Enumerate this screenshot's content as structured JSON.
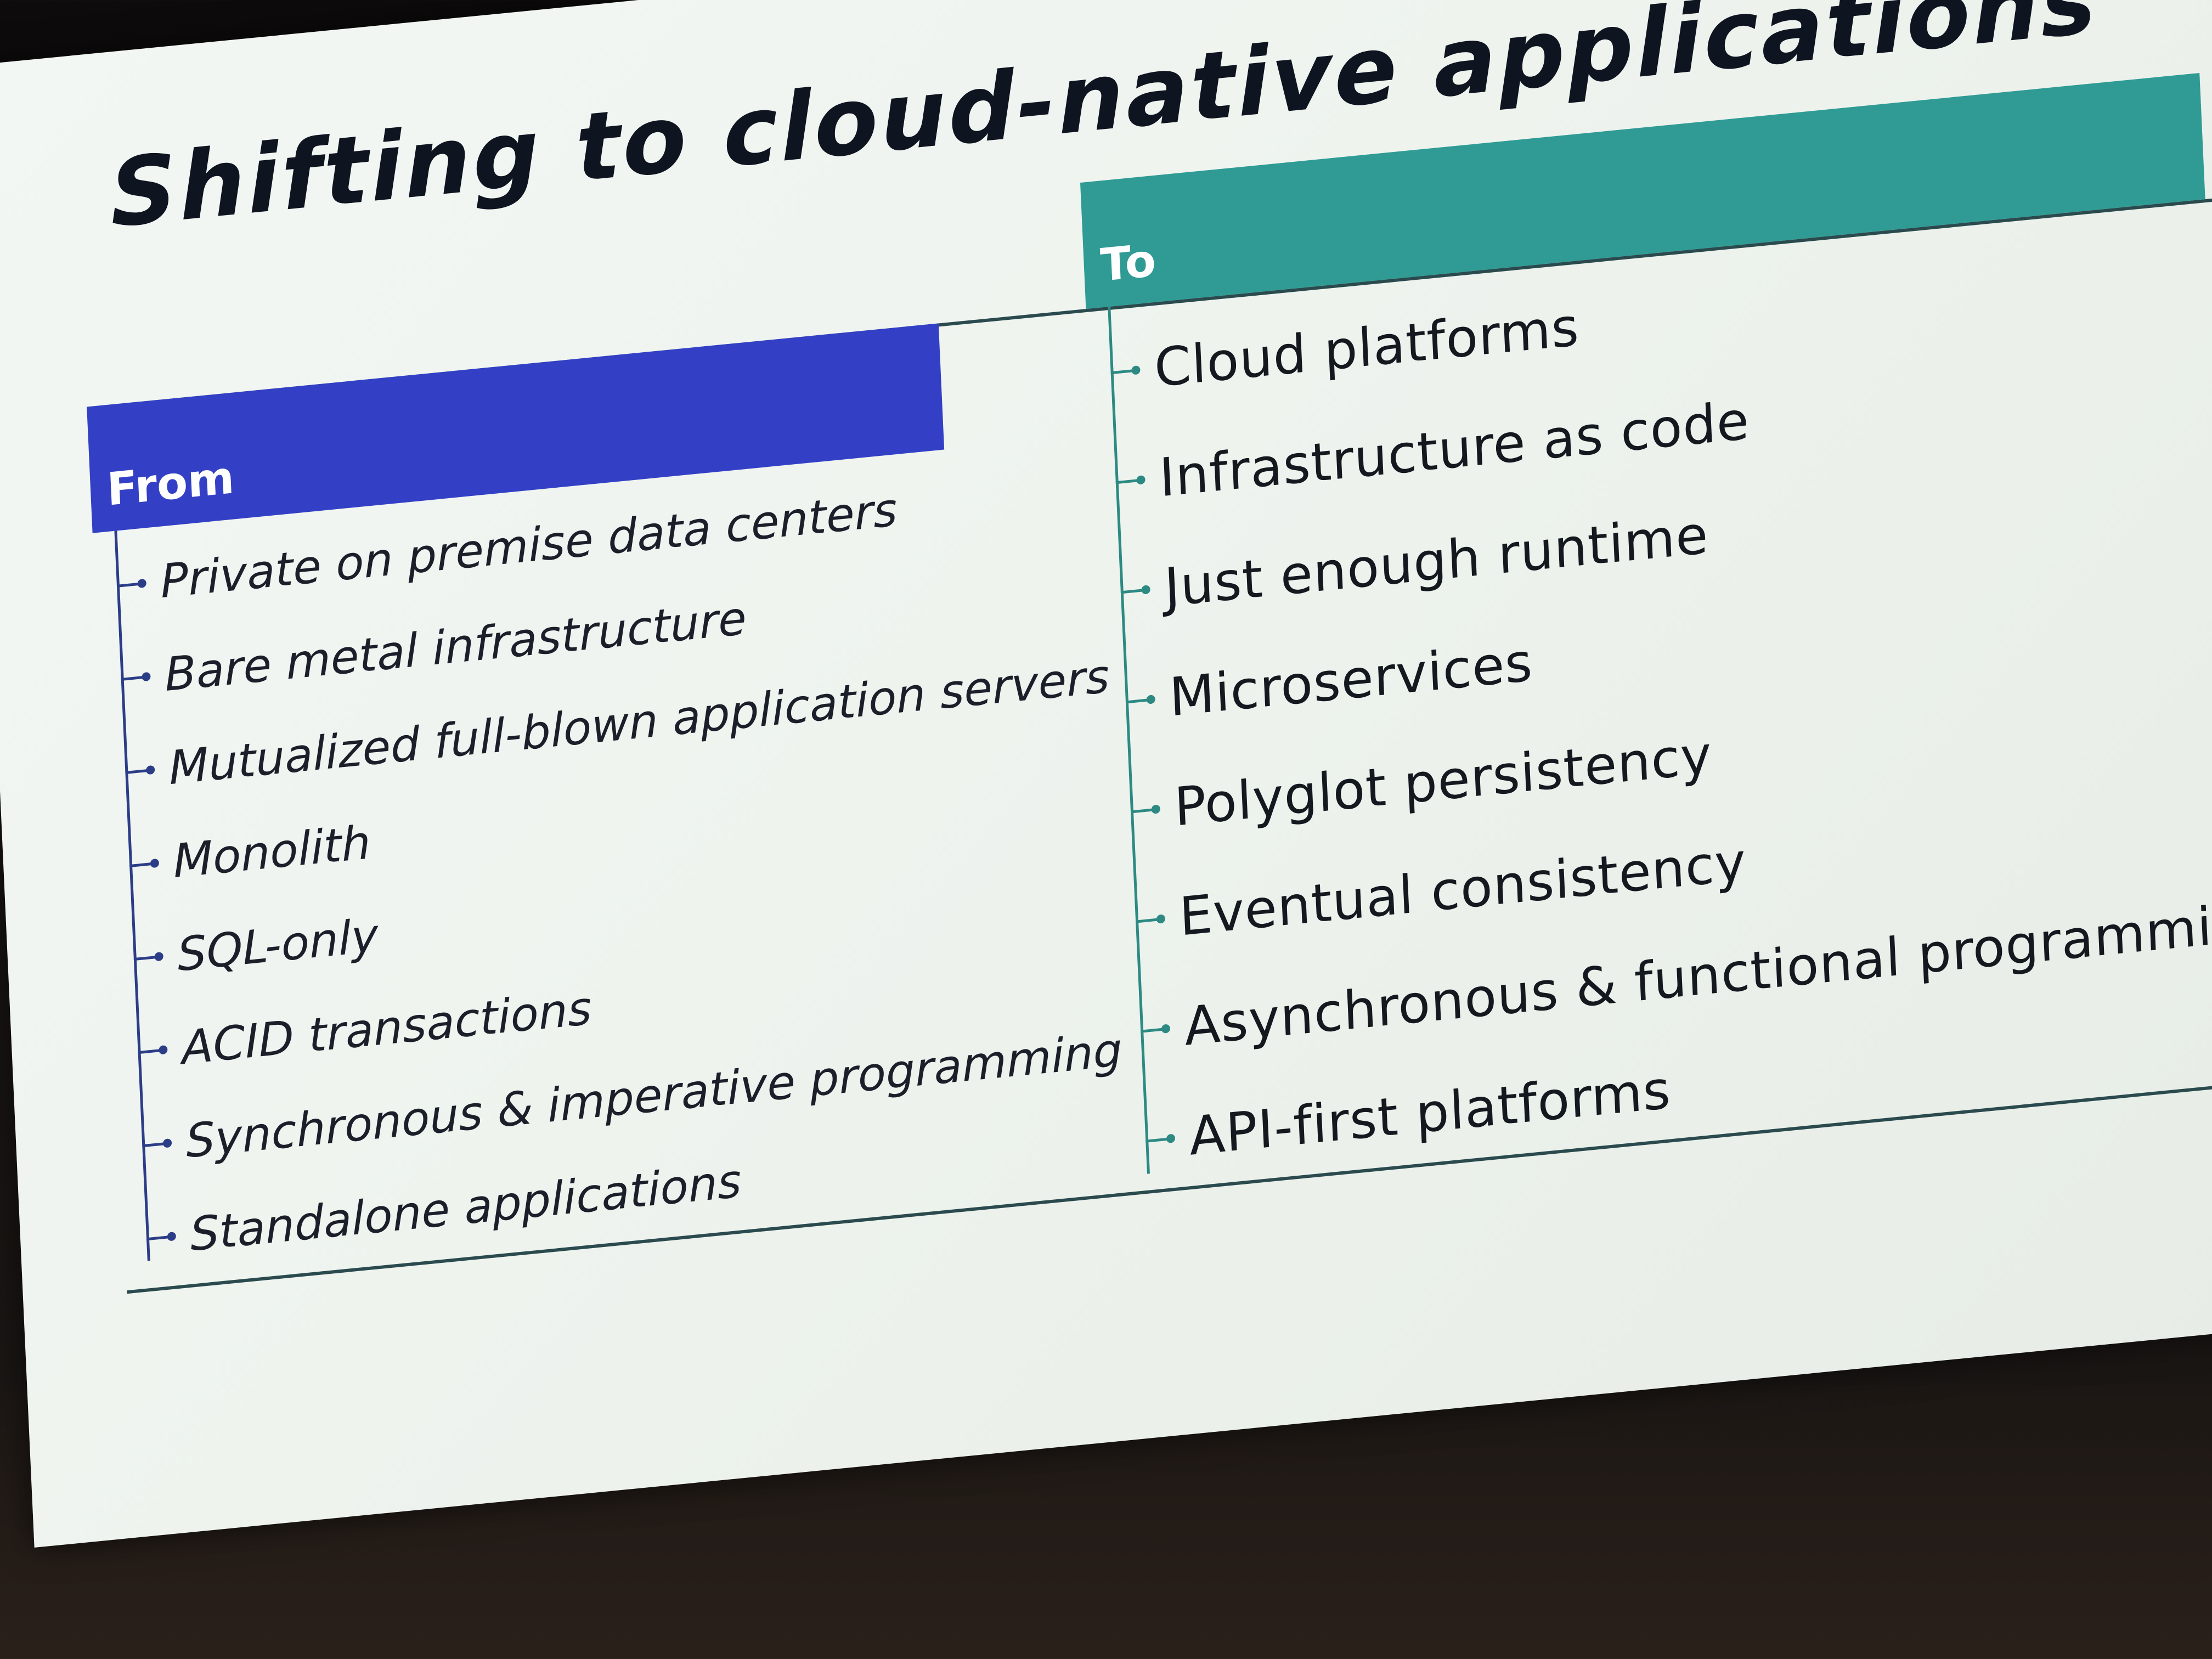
{
  "slide": {
    "title": "Shifting to cloud-native applications",
    "from": {
      "header": "From",
      "items": [
        "Private on premise data centers",
        "Bare metal infrastructure",
        "Mutualized full-blown application servers",
        "Monolith",
        "SQL-only",
        "ACID transactions",
        "Synchronous & imperative programming",
        "Standalone applications"
      ]
    },
    "to": {
      "header": "To",
      "items": [
        "Cloud platforms",
        "Infrastructure as code",
        "Just enough runtime",
        "Microservices",
        "Polyglot persistency",
        "Eventual consistency",
        "Asynchronous & functional programming",
        "API-first platforms"
      ]
    }
  },
  "colors": {
    "from_header": "#3340c6",
    "to_header": "#2f9b94",
    "slide_background": "#eef3ee",
    "room_background": "#0d0b0c"
  }
}
